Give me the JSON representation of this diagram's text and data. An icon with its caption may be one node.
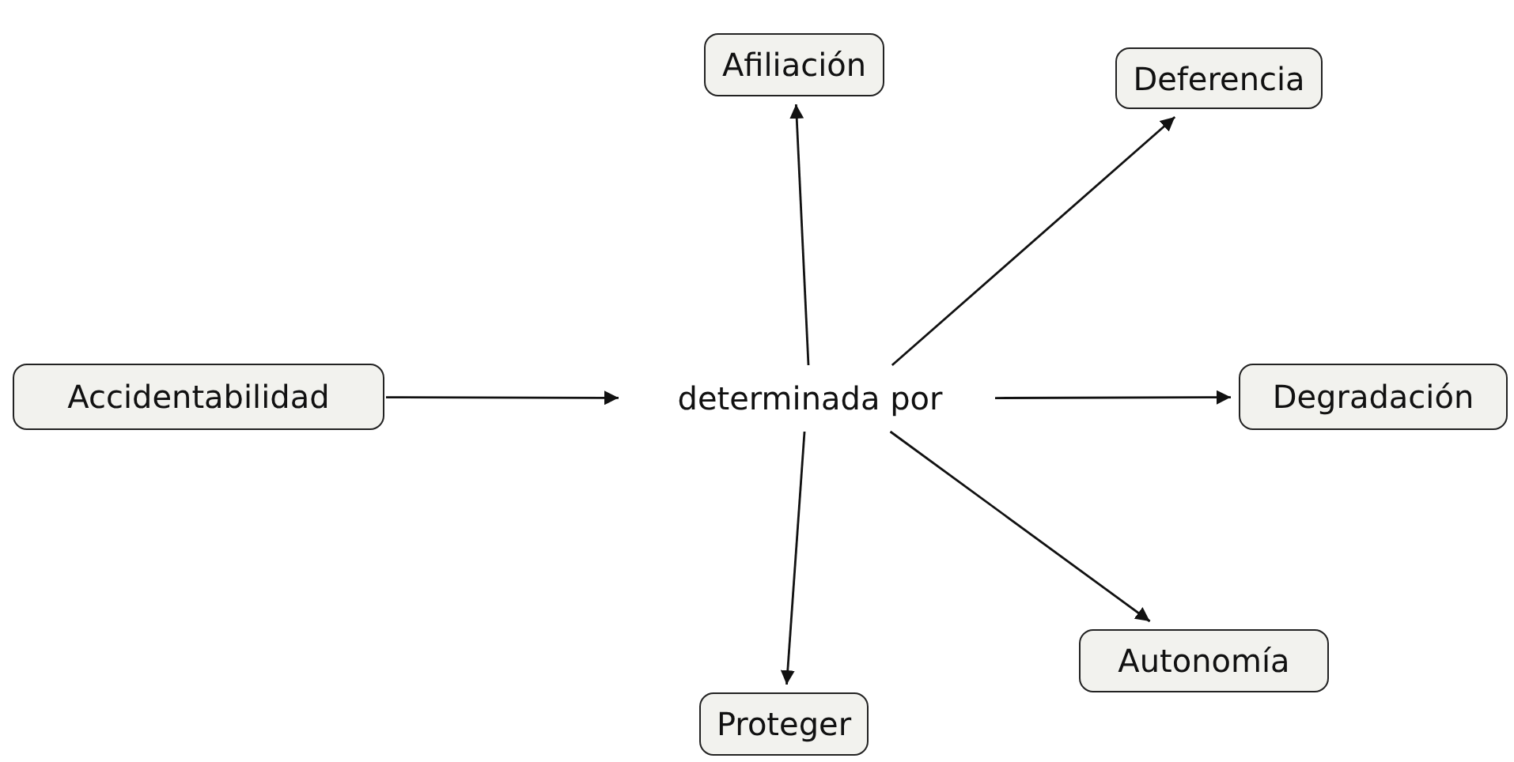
{
  "diagram": {
    "nodes": [
      {
        "text": [
          "Afiliación"
        ]
      },
      {
        "text": [
          "Deferencia"
        ]
      },
      {
        "text": [
          "Accidentabilidad"
        ]
      },
      {
        "text": [
          "determinada por"
        ]
      },
      {
        "text": [
          "Degradación"
        ]
      },
      {
        "text": [
          "Autonomía"
        ]
      },
      {
        "text": [
          "Proteger"
        ]
      }
    ],
    "edges": [
      {
        "from": 2,
        "to": 3,
        "arrow": "to"
      },
      {
        "from": 3,
        "to": 0,
        "arrow": "to"
      },
      {
        "from": 3,
        "to": 1,
        "arrow": "to"
      },
      {
        "from": 3,
        "to": 4,
        "arrow": "to"
      },
      {
        "from": 3,
        "to": 5,
        "arrow": "to"
      },
      {
        "from": 3,
        "to": 6,
        "arrow": "to"
      }
    ]
  }
}
